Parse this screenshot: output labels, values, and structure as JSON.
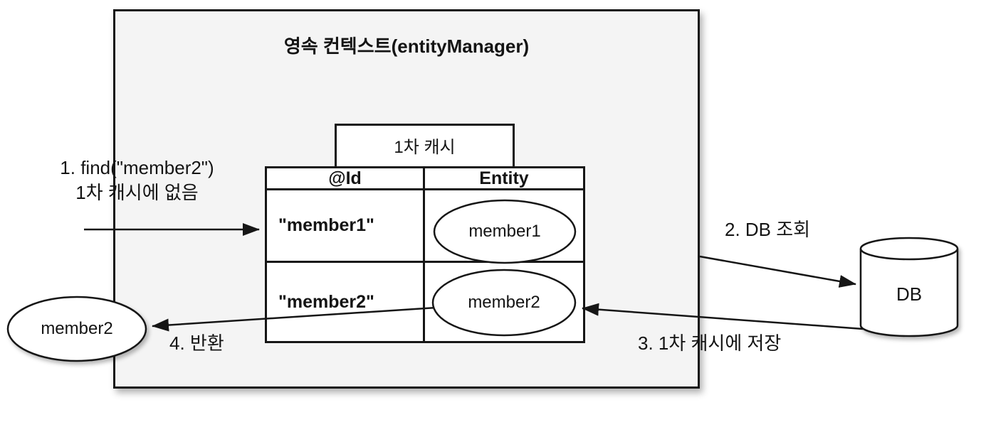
{
  "diagram": {
    "persistence_context": {
      "title": "영속 컨텍스트(entityManager)"
    },
    "first_level_cache": {
      "tab_label": "1차 캐시",
      "table": {
        "headers": [
          "@Id",
          "Entity"
        ],
        "rows": [
          {
            "id": "\"member1\"",
            "entity": "member1"
          },
          {
            "id": "\"member2\"",
            "entity": "member2"
          }
        ]
      }
    },
    "annotations": {
      "step1_line1": "1. find(\"member2\")",
      "step1_line2": "1차 캐시에 없음",
      "step2": "2. DB 조회",
      "step3": "3. 1차 캐시에 저장",
      "step4": "4. 반환"
    },
    "database": {
      "label": "DB"
    },
    "result_entity": {
      "label": "member2"
    },
    "colors": {
      "background": "#ffffff",
      "box_fill": "#f4f4f4",
      "shape_fill": "#ffffff",
      "stroke": "#161616"
    }
  }
}
